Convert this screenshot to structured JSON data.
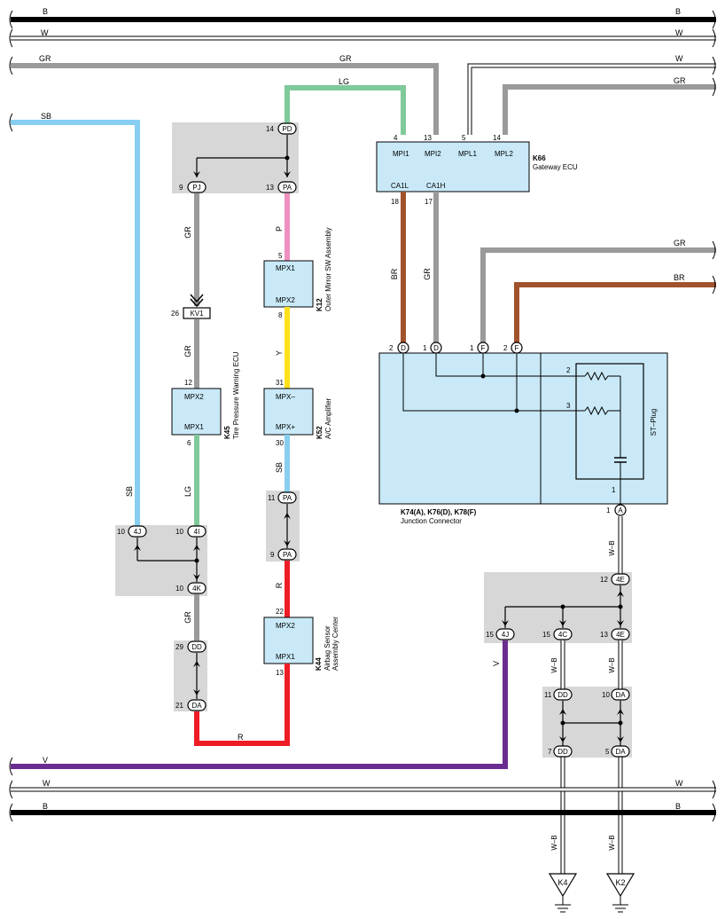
{
  "colors": {
    "B": "#000000",
    "W": "#ffffff",
    "GR": "#9a9a9a",
    "SB": "#87cef0",
    "LG": "#7fc99a",
    "P": "#ef8fc0",
    "Y": "#ffe11a",
    "R": "#ee1c25",
    "BR": "#a0522d",
    "V": "#6b2c91",
    "WB": "#ffffff",
    "box": "#c9e9f8",
    "shade": "#d7d7d7"
  },
  "bus_labels": {
    "b_top": "B",
    "w_top": "W",
    "gr_top": "GR",
    "w2": "W",
    "gr_right": "GR",
    "sb": "SB",
    "gr_mid": "GR",
    "br_mid": "BR",
    "v": "V",
    "w_bot": "W",
    "b_bot": "B"
  },
  "wire_labels": {
    "lg_top": "LG",
    "gr_left": "GR",
    "p": "P",
    "gr_kv": "GR",
    "y": "Y",
    "sb_left": "SB",
    "lg_left": "LG",
    "sb_mid": "SB",
    "r_mid": "R",
    "gr_lower": "GR",
    "r_bot": "R",
    "br_ecu": "BR",
    "gr_ecu": "GR",
    "wb1": "W–B",
    "wb2": "W–B",
    "wb3": "W–B",
    "wb4": "W–B",
    "wb5": "W–B",
    "v_wire": "V"
  },
  "components": {
    "k66": {
      "code": "K66",
      "name": "Gateway ECU",
      "pins": [
        "MPI1",
        "MPI2",
        "MPL1",
        "MPL2"
      ],
      "lower_pins": [
        "CA1L",
        "CA1H"
      ],
      "pin_numbers": [
        "4",
        "13",
        "5",
        "14"
      ],
      "lower_numbers": [
        "18",
        "17"
      ]
    },
    "k12": {
      "code": "K12",
      "name": "Outer Mirror SW Assembly",
      "pins": [
        "MPX1",
        "MPX2"
      ],
      "pin_numbers": [
        "5",
        "8"
      ]
    },
    "k52": {
      "code": "K52",
      "name": "A/C Amplifier",
      "pins": [
        "MPX–",
        "MPX+"
      ],
      "pin_numbers": [
        "31",
        "30"
      ]
    },
    "k45": {
      "code": "K45",
      "name": "Tire Pressure Warning ECU",
      "pins": [
        "MPX2",
        "MPX1"
      ],
      "pin_numbers": [
        "12",
        "6"
      ]
    },
    "k44": {
      "code": "K44",
      "name1": "Airbag Sensor",
      "name2": "Assembly Center",
      "pins": [
        "MPX2",
        "MPX1"
      ],
      "pin_numbers": [
        "22",
        "13"
      ]
    },
    "junction": {
      "code": "K74(A), K76(D), K78(F)",
      "name": "Junction Connector",
      "st_plug": "ST–Plug",
      "res_top": "2",
      "res_bot": "3",
      "cap_pin": "1"
    }
  },
  "connectors": {
    "pd": {
      "label": "PD",
      "pin": "14"
    },
    "pj": {
      "label": "PJ",
      "pin": "9"
    },
    "pa1": {
      "label": "PA",
      "pin": "13"
    },
    "kv1": {
      "label": "KV1",
      "pin": "26"
    },
    "pa2": {
      "label": "PA",
      "pin": "11"
    },
    "pa3": {
      "label": "PA",
      "pin": "9"
    },
    "c4j_sb": {
      "label": "4J",
      "pin": "10"
    },
    "c4i": {
      "label": "4I",
      "pin": "10"
    },
    "c4k": {
      "label": "4K",
      "pin": "10"
    },
    "dd1": {
      "label": "DD",
      "pin": "29"
    },
    "da1": {
      "label": "DA",
      "pin": "21"
    },
    "jd1": {
      "label": "D",
      "pin": "2"
    },
    "jd2": {
      "label": "D",
      "pin": "1"
    },
    "jf1": {
      "label": "F",
      "pin": "1"
    },
    "jf2": {
      "label": "F",
      "pin": "2"
    },
    "ja": {
      "label": "A",
      "pin": "1"
    },
    "c4e_top": {
      "label": "4E",
      "pin": "12"
    },
    "c4j_v": {
      "label": "4J",
      "pin": "15"
    },
    "c4c": {
      "label": "4C",
      "pin": "15"
    },
    "c4e_bot": {
      "label": "4E",
      "pin": "13"
    },
    "dd2": {
      "label": "DD",
      "pin": "11"
    },
    "da2": {
      "label": "DA",
      "pin": "10"
    },
    "dd3": {
      "label": "DD",
      "pin": "7"
    },
    "da3": {
      "label": "DA",
      "pin": "5"
    }
  },
  "grounds": {
    "k4": "K4",
    "k2": "K2"
  }
}
